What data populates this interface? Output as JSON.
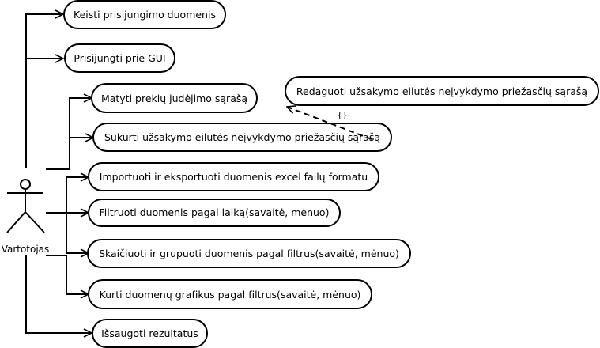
{
  "actor": {
    "name": "Vartotojas"
  },
  "use_cases": [
    "Keisti prisijungimo duomenis",
    "Prisijungti prie GUI",
    "Matyti prekių judėjimo sąrašą",
    "Redaguoti užsakymo eilutės neįvykdymo priežasčių sąrašą",
    "Sukurti užsakymo eilutės neįvykdymo priežasčių sąrašą",
    "Importuoti ir eksportuoti duomenis excel failų formatu",
    "Filtruoti duomenis pagal laiką(savaitė, mėnuo)",
    "Skaičiuoti ir grupuoti duomenis pagal filtrus(savaitė, mėnuo)",
    "Kurti duomenų grafikus pagal filtrus(savaitė, mėnuo)",
    "Išsaugoti rezultatus"
  ],
  "dependency_label": "{}"
}
